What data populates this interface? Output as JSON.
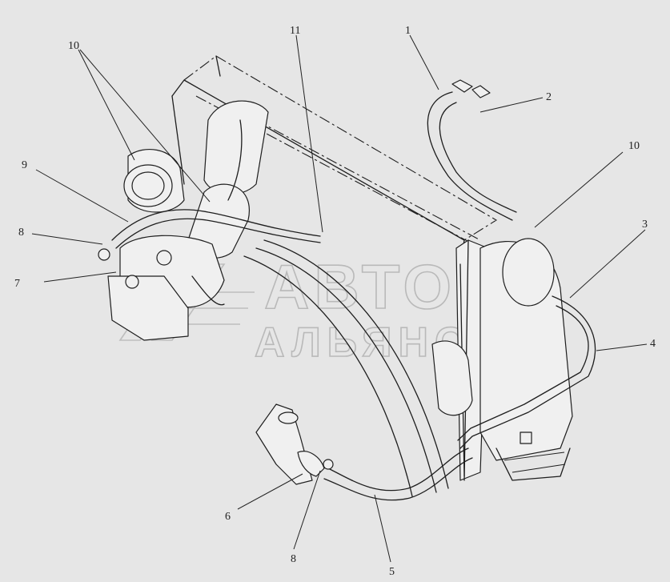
{
  "watermark": {
    "line1": "АВТО",
    "line2": "АЛЬЯНС"
  },
  "callouts": [
    {
      "id": "c1",
      "label": "1"
    },
    {
      "id": "c2",
      "label": "2"
    },
    {
      "id": "c3",
      "label": "3"
    },
    {
      "id": "c4",
      "label": "4"
    },
    {
      "id": "c5",
      "label": "5"
    },
    {
      "id": "c6",
      "label": "6"
    },
    {
      "id": "c7",
      "label": "7"
    },
    {
      "id": "c8a",
      "label": "8"
    },
    {
      "id": "c8b",
      "label": "8"
    },
    {
      "id": "c9",
      "label": "9"
    },
    {
      "id": "c10a",
      "label": "10"
    },
    {
      "id": "c10b",
      "label": "10"
    },
    {
      "id": "c11",
      "label": "11"
    }
  ]
}
